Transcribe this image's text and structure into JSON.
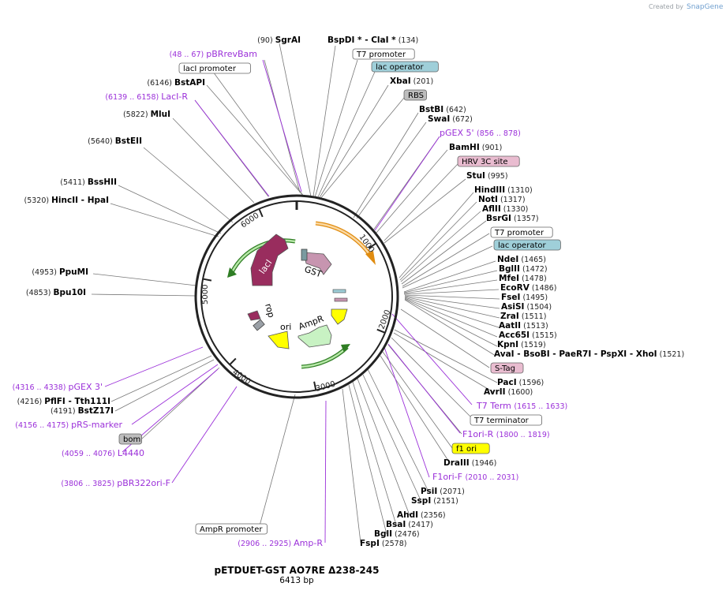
{
  "watermark": {
    "prefix": "Created by",
    "brand": "SnapGene"
  },
  "plasmid": {
    "name": "pETDUET-GST AO7RE Δ238-245",
    "length_label": "6413 bp"
  },
  "ticks": [
    "1000",
    "2000",
    "3000",
    "4000",
    "5000",
    "6000"
  ],
  "features_on_map": [
    "GST",
    "lacI",
    "rop",
    "ori",
    "AmpR"
  ],
  "labels": [
    {
      "kind": "enzyme",
      "pos": "(90)",
      "name": "SgrAI"
    },
    {
      "kind": "enzyme",
      "name": "BspDI *",
      "name2": "ClaI *",
      "pos": "(134)"
    },
    {
      "kind": "primer",
      "range": "(48 .. 67)",
      "name": "pBRrevBam"
    },
    {
      "kind": "feature",
      "name": "T7 promoter"
    },
    {
      "kind": "feature",
      "name": "lacI promoter"
    },
    {
      "kind": "feature",
      "name": "lac operator"
    },
    {
      "kind": "enzyme",
      "pos": "(6146)",
      "name": "BstAPI"
    },
    {
      "kind": "enzyme",
      "name": "XbaI",
      "pos": "(201)"
    },
    {
      "kind": "primer",
      "range": "(6139 .. 6158)",
      "name": "LacI-R"
    },
    {
      "kind": "feature",
      "name": "RBS"
    },
    {
      "kind": "enzyme",
      "name": "BstBI",
      "pos": "(642)"
    },
    {
      "kind": "enzyme",
      "pos": "(5822)",
      "name": "MluI"
    },
    {
      "kind": "enzyme",
      "name": "SwaI",
      "pos": "(672)"
    },
    {
      "kind": "primer",
      "name": "pGEX 5'",
      "range": "(856 .. 878)"
    },
    {
      "kind": "enzyme",
      "pos": "(5640)",
      "name": "BstEII"
    },
    {
      "kind": "enzyme",
      "name": "BamHI",
      "pos": "(901)"
    },
    {
      "kind": "feature",
      "name": "HRV 3C site"
    },
    {
      "kind": "enzyme",
      "name": "StuI",
      "pos": "(995)"
    },
    {
      "kind": "enzyme",
      "pos": "(5411)",
      "name": "BssHII"
    },
    {
      "kind": "enzyme",
      "name": "HindIII",
      "pos": "(1310)"
    },
    {
      "kind": "enzyme",
      "pos": "(5320)",
      "name": "HincII",
      "name2": "HpaI"
    },
    {
      "kind": "enzyme",
      "name": "NotI",
      "pos": "(1317)"
    },
    {
      "kind": "enzyme",
      "name": "AflII",
      "pos": "(1330)"
    },
    {
      "kind": "enzyme",
      "name": "BsrGI",
      "pos": "(1357)"
    },
    {
      "kind": "feature",
      "name": "T7 promoter"
    },
    {
      "kind": "feature",
      "name": "lac operator"
    },
    {
      "kind": "enzyme",
      "name": "NdeI",
      "pos": "(1465)"
    },
    {
      "kind": "enzyme",
      "name": "BglII",
      "pos": "(1472)"
    },
    {
      "kind": "enzyme",
      "name": "MfeI",
      "pos": "(1478)"
    },
    {
      "kind": "enzyme",
      "pos": "(4953)",
      "name": "PpuMI"
    },
    {
      "kind": "enzyme",
      "name": "EcoRV",
      "pos": "(1486)"
    },
    {
      "kind": "enzyme",
      "pos": "(4853)",
      "name": "Bpu10I"
    },
    {
      "kind": "enzyme",
      "name": "FseI",
      "pos": "(1495)"
    },
    {
      "kind": "enzyme",
      "name": "AsiSI",
      "pos": "(1504)"
    },
    {
      "kind": "enzyme",
      "name": "ZraI",
      "pos": "(1511)"
    },
    {
      "kind": "enzyme",
      "name": "AatII",
      "pos": "(1513)"
    },
    {
      "kind": "enzyme",
      "name": "Acc65I",
      "pos": "(1515)"
    },
    {
      "kind": "enzyme",
      "name": "KpnI",
      "pos": "(1519)"
    },
    {
      "kind": "enzyme",
      "name": "AvaI",
      "name2": "BsoBI",
      "name3": "PaeR7I",
      "name4": "PspXI",
      "name5": "XhoI",
      "pos": "(1521)"
    },
    {
      "kind": "feature",
      "name": "S-Tag"
    },
    {
      "kind": "enzyme",
      "name": "PacI",
      "pos": "(1596)"
    },
    {
      "kind": "primer",
      "range": "(4316 .. 4338)",
      "name": "pGEX 3'"
    },
    {
      "kind": "enzyme",
      "name": "AvrII",
      "pos": "(1600)"
    },
    {
      "kind": "enzyme",
      "pos": "(4216)",
      "name": "PflFI",
      "name2": "Tth111I"
    },
    {
      "kind": "enzyme",
      "pos": "(4191)",
      "name": "BstZ17I"
    },
    {
      "kind": "primer",
      "name": "T7 Term",
      "range": "(1615 .. 1633)"
    },
    {
      "kind": "feature",
      "name": "T7 terminator"
    },
    {
      "kind": "primer",
      "range": "(4156 .. 4175)",
      "name": "pRS-marker"
    },
    {
      "kind": "feature",
      "name": "bom"
    },
    {
      "kind": "primer",
      "name": "F1ori-R",
      "range": "(1800 .. 1819)"
    },
    {
      "kind": "feature",
      "name": "f1 ori"
    },
    {
      "kind": "primer",
      "range": "(4059 .. 4076)",
      "name": "L4440"
    },
    {
      "kind": "enzyme",
      "name": "DraIII",
      "pos": "(1946)"
    },
    {
      "kind": "primer",
      "name": "F1ori-F",
      "range": "(2010 .. 2031)"
    },
    {
      "kind": "primer",
      "range": "(3806 .. 3825)",
      "name": "pBR322ori-F"
    },
    {
      "kind": "enzyme",
      "name": "PsiI",
      "pos": "(2071)"
    },
    {
      "kind": "enzyme",
      "name": "SspI",
      "pos": "(2151)"
    },
    {
      "kind": "enzyme",
      "name": "AhdI",
      "pos": "(2356)"
    },
    {
      "kind": "enzyme",
      "name": "BsaI",
      "pos": "(2417)"
    },
    {
      "kind": "enzyme",
      "name": "BglI",
      "pos": "(2476)"
    },
    {
      "kind": "feature",
      "name": "AmpR promoter"
    },
    {
      "kind": "enzyme",
      "name": "FspI",
      "pos": "(2578)"
    },
    {
      "kind": "primer",
      "range": "(2906 .. 2925)",
      "name": "Amp-R"
    }
  ],
  "colors": {
    "primer": "#9b30d9",
    "backbone": "#222222",
    "GST": "#c795b0",
    "lacI": "#992d5e",
    "AmpR": "#c8f2c3",
    "ori": "#ffff00",
    "rop": "#992d5e",
    "orange_arc": "#e08c10",
    "green_arc": "#2f7d24",
    "lac_operator_box": "#9fcfd9",
    "RBS_box": "#bdbdbd",
    "HRV_box": "#e9bcd0",
    "STag_box": "#e9bcd0",
    "f1ori_box": "#ffff00",
    "bom_box": "#bdbdbd"
  }
}
